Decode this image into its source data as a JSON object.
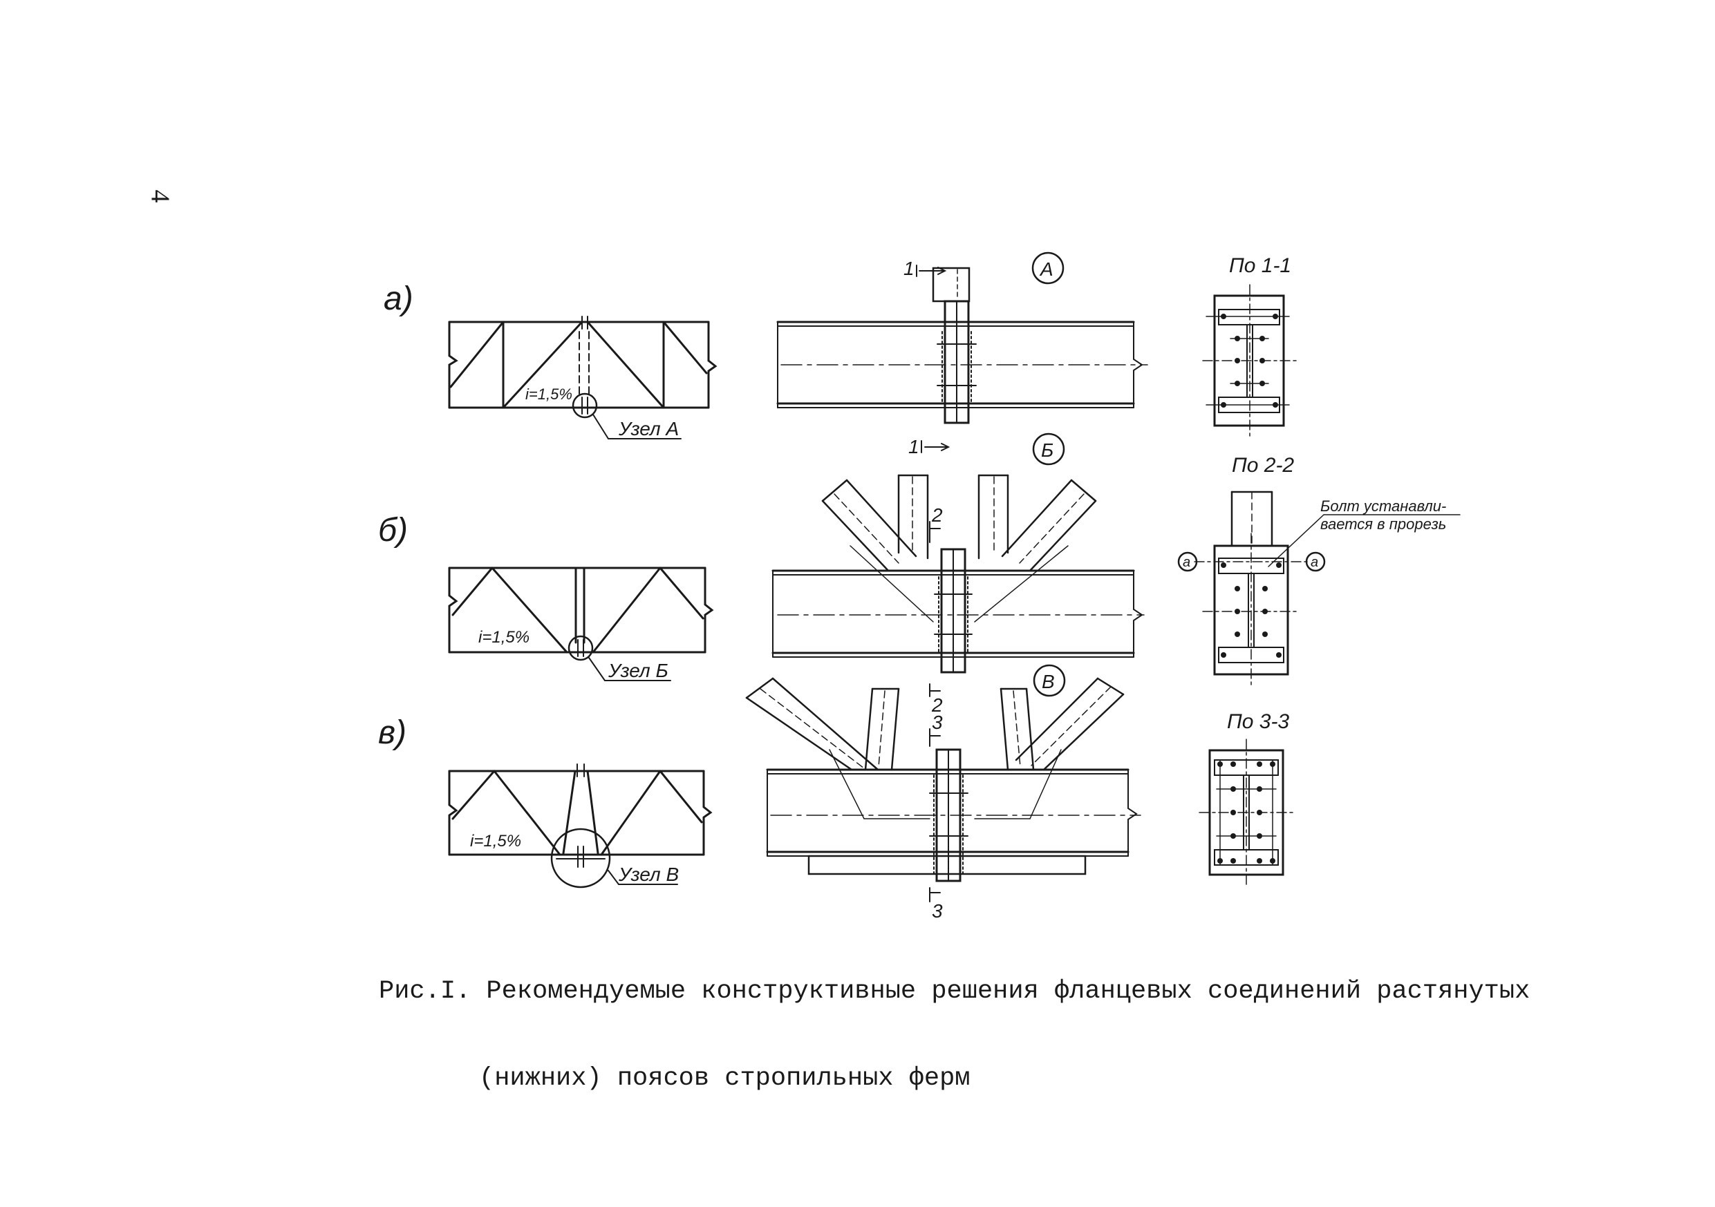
{
  "page_number": "4",
  "rows": [
    {
      "variant_label": "а)",
      "slope_label": "i=1,5%",
      "node_label": "Узел А",
      "node_mark": "А",
      "section_label": "По 1-1"
    },
    {
      "variant_label": "б)",
      "slope_label": "i=1,5%",
      "node_label": "Узел Б",
      "node_mark": "Б",
      "section_label": "По 2-2"
    },
    {
      "variant_label": "в)",
      "slope_label": "i=1,5%",
      "node_label": "Узел В",
      "node_mark": "В",
      "section_label": "По 3-3"
    }
  ],
  "cut_marks": {
    "cut1_top": "1",
    "cut1_mid": "1",
    "cut2_top": "2",
    "cut2_bottom": "2",
    "cut3_top": "3",
    "cut3_bottom": "3"
  },
  "axis_mark": "а",
  "bolt_note": {
    "line1": "Болт устанавли-",
    "line2": "вается в прорезь"
  },
  "caption": {
    "line1": "Рис.I. Рекомендуемые конструктивные решения фланцевых соединений растянутых",
    "line2": "(нижних) поясов стропильных ферм"
  },
  "colors": {
    "ink": "#1a1a1a",
    "paper": "#ffffff"
  }
}
